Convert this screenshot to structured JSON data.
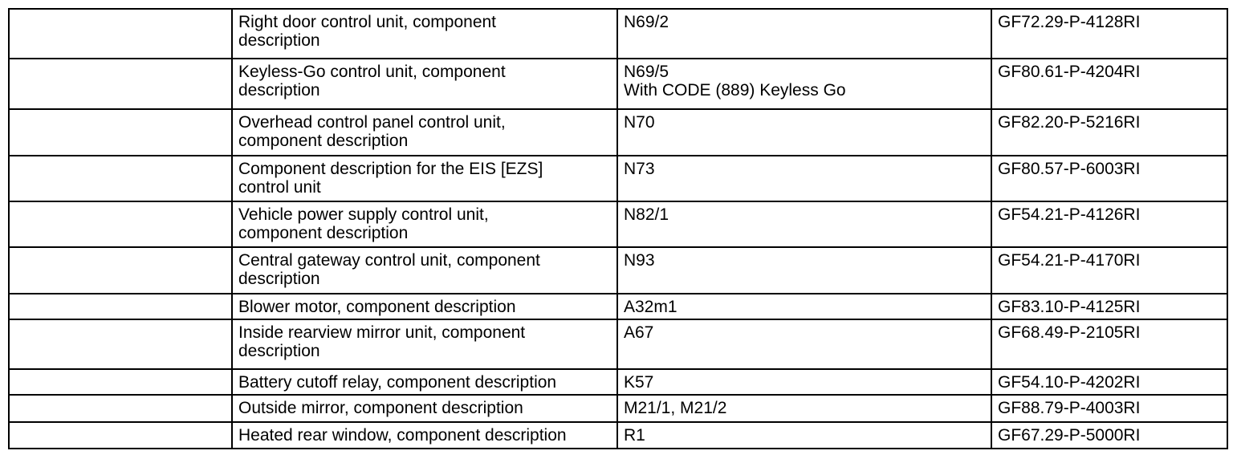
{
  "table": {
    "rows": [
      {
        "description": "Right door control unit, component\ndescription",
        "code": "N69/2",
        "reference": "GF72.29-P-4128RI"
      },
      {
        "description": "Keyless-Go control unit, component\ndescription",
        "code": "N69/5\nWith CODE (889) Keyless Go",
        "reference": "GF80.61-P-4204RI"
      },
      {
        "description": "Overhead control panel control unit,\ncomponent description",
        "code": "N70",
        "reference": "GF82.20-P-5216RI"
      },
      {
        "description": "Component description for the EIS [EZS]\ncontrol unit",
        "code": "N73",
        "reference": "GF80.57-P-6003RI"
      },
      {
        "description": "Vehicle power supply control unit,\ncomponent description",
        "code": "N82/1",
        "reference": "GF54.21-P-4126RI"
      },
      {
        "description": "Central gateway control unit, component\ndescription",
        "code": "N93",
        "reference": "GF54.21-P-4170RI"
      },
      {
        "description": "Blower motor, component description",
        "code": "A32m1",
        "reference": "GF83.10-P-4125RI"
      },
      {
        "description": "Inside rearview mirror unit, component\ndescription",
        "code": "A67",
        "reference": "GF68.49-P-2105RI"
      },
      {
        "description": "Battery cutoff relay, component description",
        "code": "K57",
        "reference": "GF54.10-P-4202RI"
      },
      {
        "description": "Outside mirror, component description",
        "code": "M21/1, M21/2",
        "reference": "GF88.79-P-4003RI"
      },
      {
        "description": "Heated rear window, component description",
        "code": "R1",
        "reference": "GF67.29-P-5000RI"
      }
    ]
  }
}
